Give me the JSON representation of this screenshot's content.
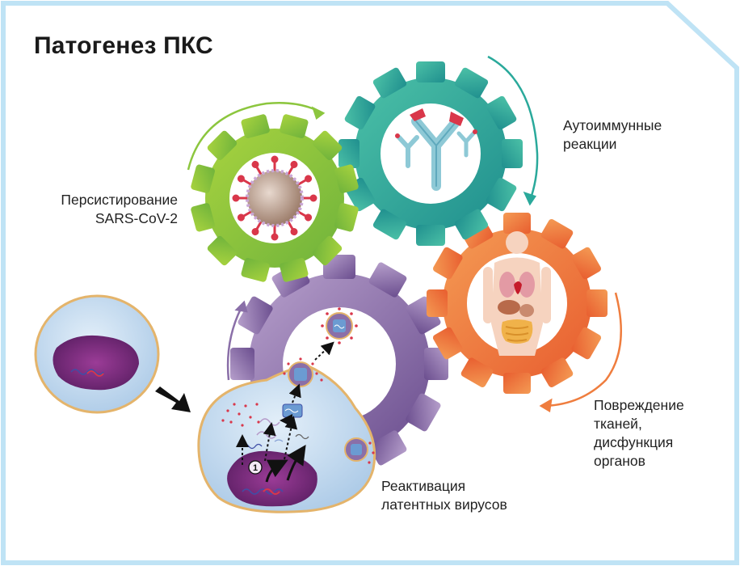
{
  "title": "Патогенез ПКС",
  "labels": {
    "persistence": [
      "Персистирование",
      "SARS-CoV-2"
    ],
    "autoimmune": [
      "Аутоиммунные",
      "реакции"
    ],
    "damage": [
      "Повреждение",
      "тканей,",
      "дисфункция",
      "органов"
    ],
    "reactivation": [
      "Реактивация",
      "латентных вирусов"
    ]
  },
  "step_marker": "1",
  "colors": {
    "frame": "#bfe3f5",
    "gear_green": "#8cc63e",
    "gear_teal": "#2aa99b",
    "gear_orange": "#ef7d3e",
    "gear_purple": "#8a6fa8",
    "virus_red": "#d9374a",
    "cell_blue": "#c6ddf1",
    "nucleus": "#7a2a7c"
  }
}
